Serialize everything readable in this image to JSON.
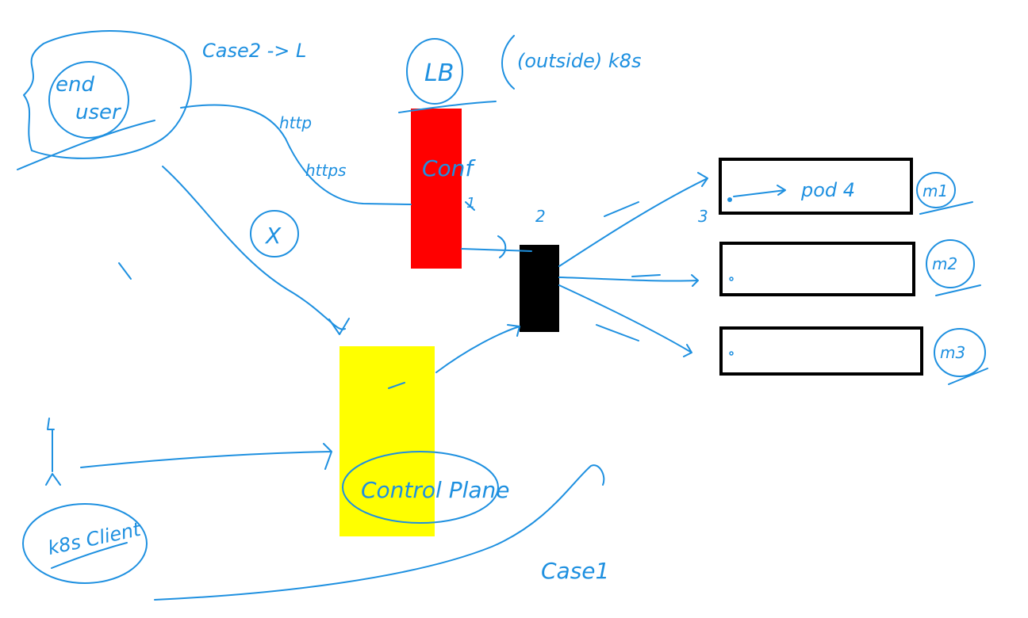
{
  "labels": {
    "case2": "Case2 -> L",
    "lb": "LB",
    "outside_k8s": "(outside) k8s",
    "end_user": [
      "end",
      "user"
    ],
    "http": "http",
    "https": "https",
    "conf": "Conf",
    "num1": "1",
    "num2": "2",
    "num3": "3",
    "x_mark": "X",
    "pod4": "pod 4",
    "m1": "m1",
    "m2": "m2",
    "m3": "m3",
    "control_plane": "Control Plane",
    "k8s_client": "k8s Client",
    "case1": "Case1"
  },
  "colors": {
    "ink": "#1e90e0",
    "conf_block": "#ff0000",
    "router_block": "#000000",
    "control_plane_block": "#ffff00",
    "node_box_border": "#000000"
  }
}
